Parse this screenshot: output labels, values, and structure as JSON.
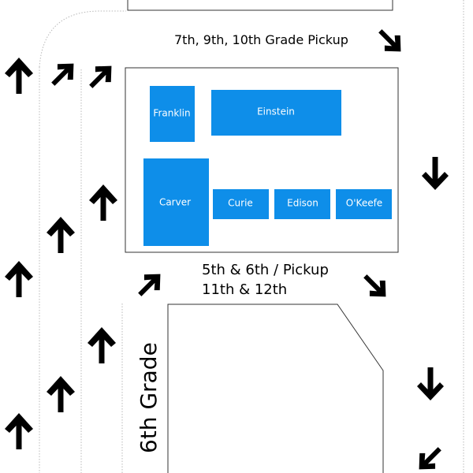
{
  "colors": {
    "building": "#0e8ee9",
    "outline": "#333333",
    "lane": "#b8b8b8",
    "arrow": "#000000"
  },
  "labels": {
    "top_pickup": "7th, 9th, 10th Grade Pickup",
    "mid_pickup_line1": "5th & 6th / Pickup",
    "mid_pickup_line2": "11th & 12th",
    "sixth_grade": "6th Grade"
  },
  "buildings": [
    {
      "id": "franklin",
      "name": "Franklin"
    },
    {
      "id": "einstein",
      "name": "Einstein"
    },
    {
      "id": "carver",
      "name": "Carver"
    },
    {
      "id": "curie",
      "name": "Curie"
    },
    {
      "id": "edison",
      "name": "Edison"
    },
    {
      "id": "okeefe",
      "name": "O'Keefe"
    }
  ],
  "arrow_icons": {
    "up": "arrow-up-icon",
    "up_right": "arrow-up-right-icon",
    "down": "arrow-down-icon",
    "down_right": "arrow-down-right-icon",
    "down_left": "arrow-down-left-icon"
  }
}
